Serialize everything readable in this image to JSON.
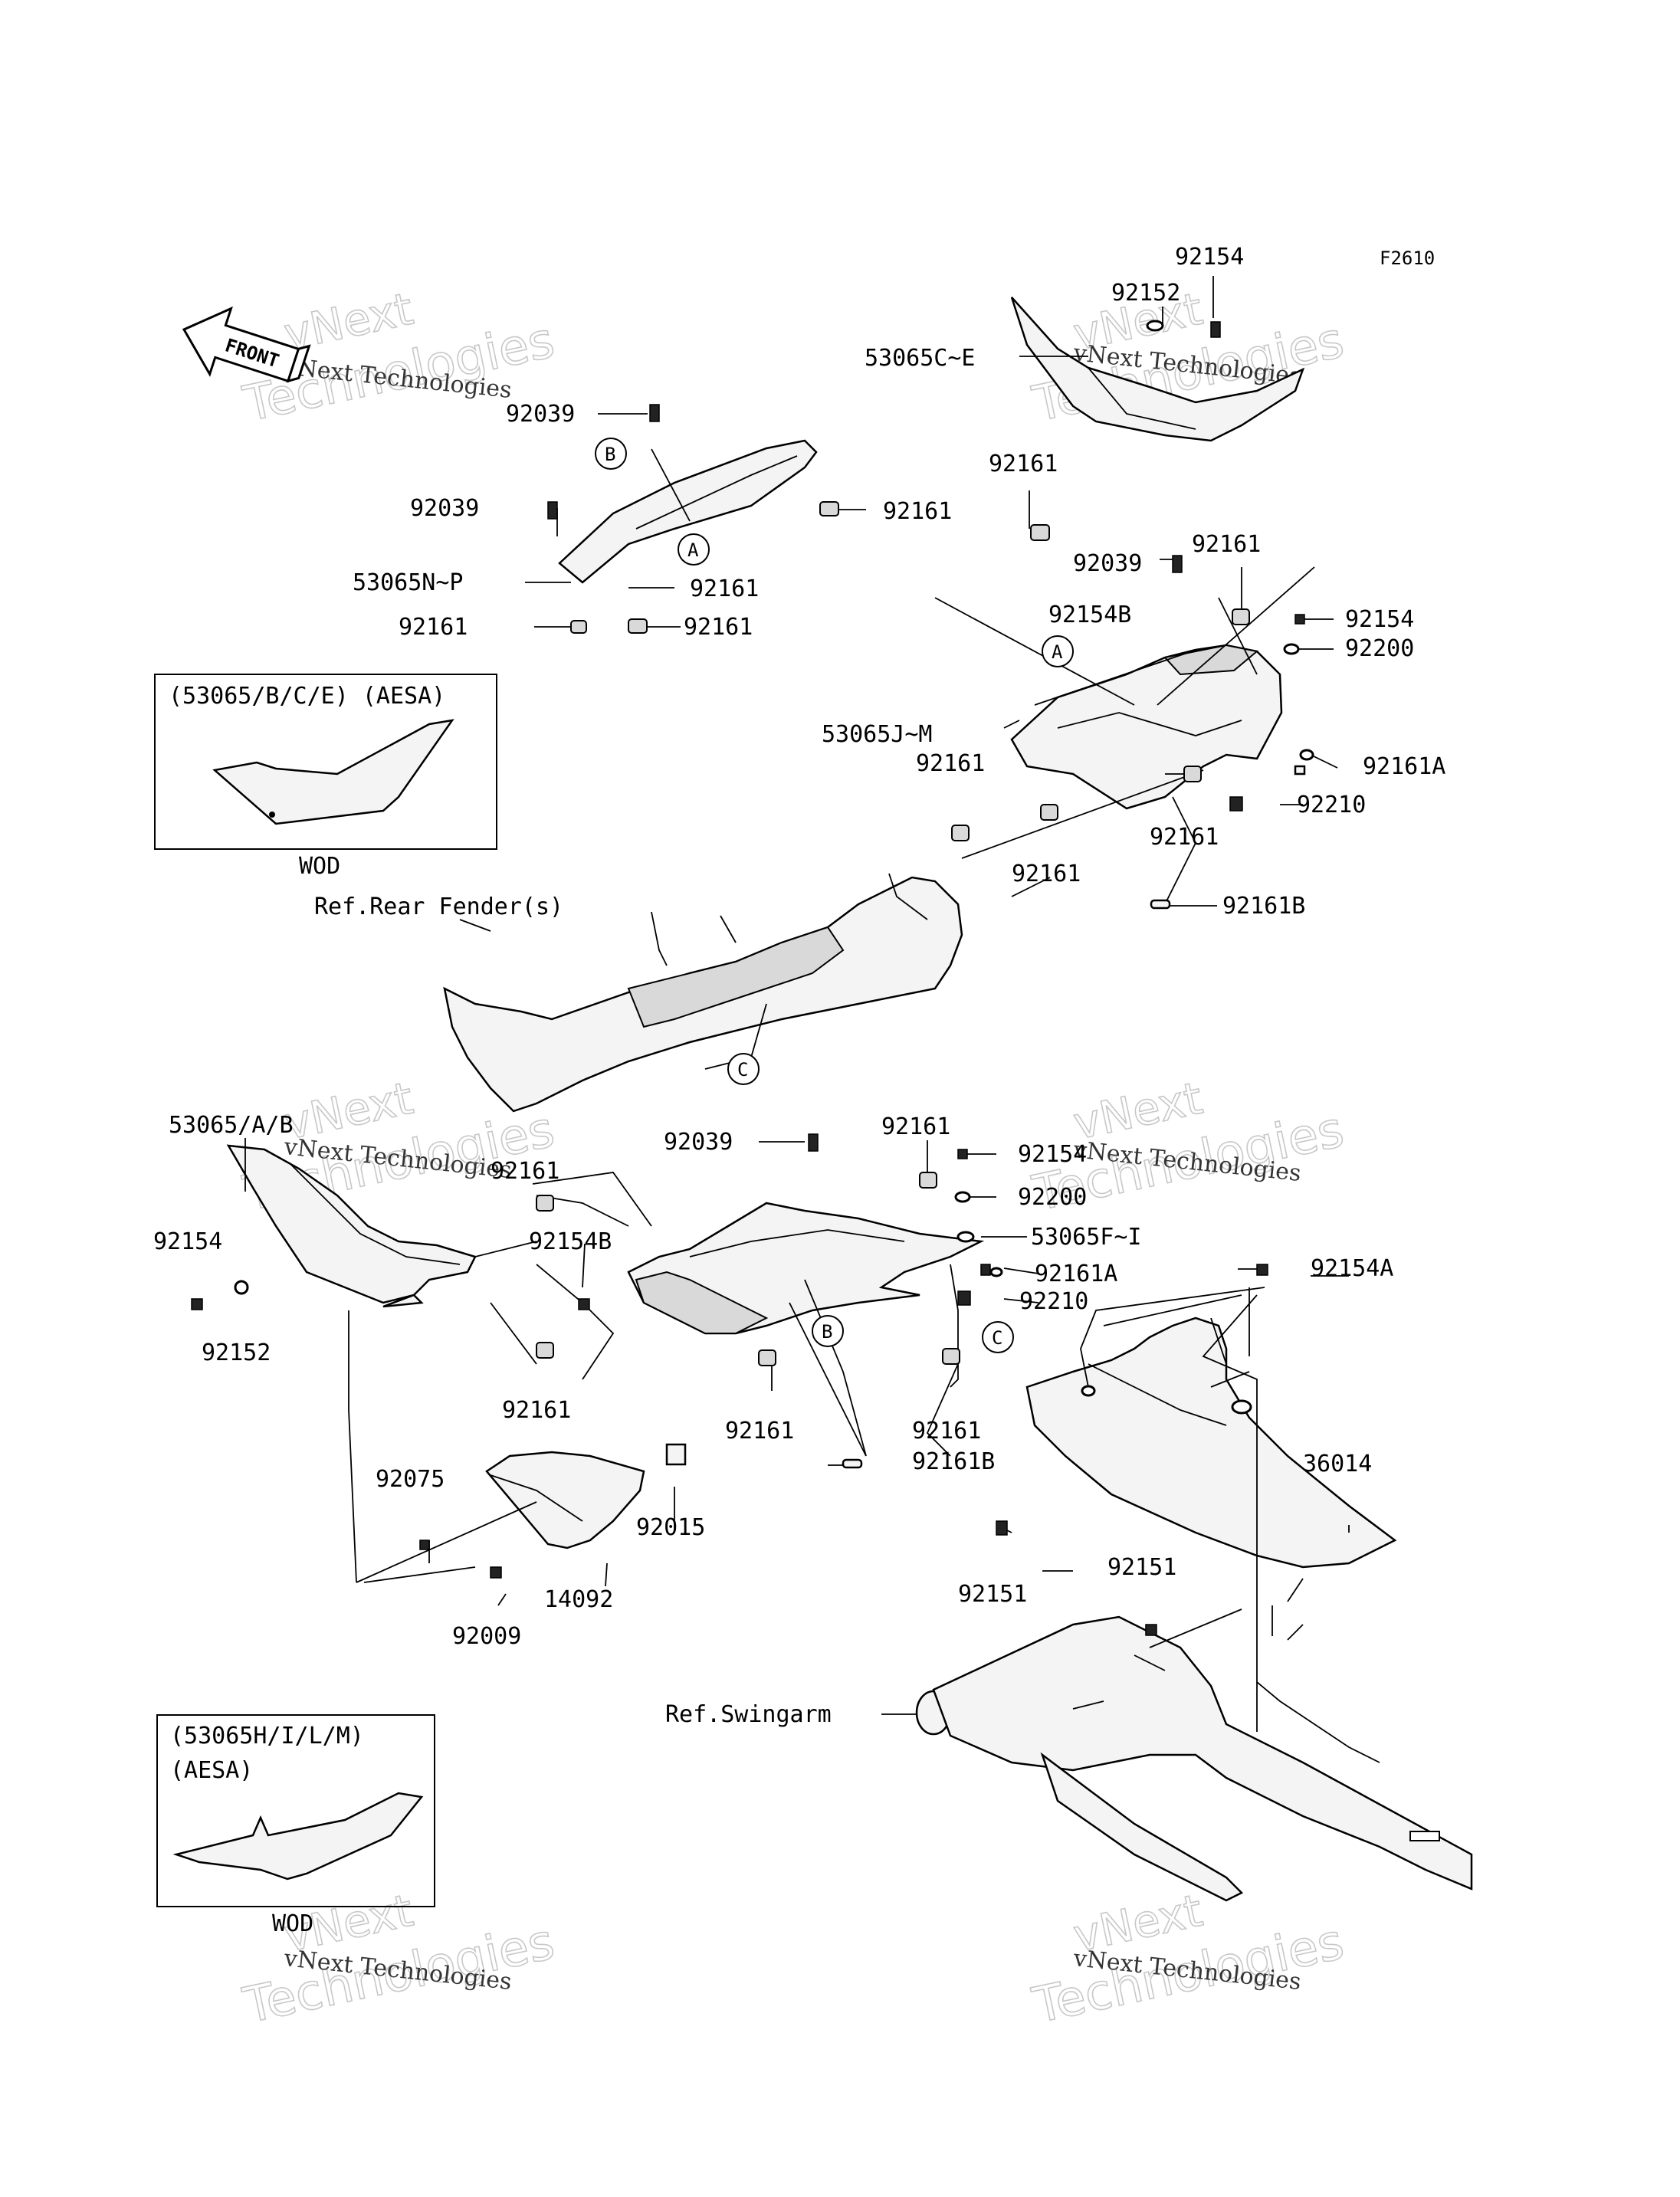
{
  "figure_code": "F2610",
  "front_arrow": {
    "label": "FRONT"
  },
  "watermark": {
    "brand": "vNext",
    "word": "Technologies",
    "caption": "vNext Technologies"
  },
  "inset_boxes": [
    {
      "heading": "(53065/B/C/E) (AESA)",
      "footer": "WOD"
    },
    {
      "heading": "(53065H/I/L/M)",
      "subheading": "(AESA)",
      "footer": "WOD"
    }
  ],
  "callouts": [
    "A",
    "B",
    "C"
  ],
  "parts": {
    "p92154_top": "92154",
    "p92152_top": "92152",
    "p53065C_E": "53065C~E",
    "p92039_a": "92039",
    "p92039_b": "92039",
    "p53065N_P": "53065N~P",
    "p92161_a": "92161",
    "p92161_b": "92161",
    "p92161_c": "92161",
    "p92161_d": "92161",
    "p92161_e": "92161",
    "p92039_c": "92039",
    "p92161_f": "92161",
    "p92154B_a": "92154B",
    "p92154_b": "92154",
    "p92200_a": "92200",
    "p53065J_M": "53065J~M",
    "p92161A_a": "92161A",
    "p92161_g": "92161",
    "p92210_a": "92210",
    "p92161_h": "92161",
    "p92161_i": "92161",
    "p92161B_a": "92161B",
    "ref_rear_fender": "Ref.Rear Fender(s)",
    "p53065_A_B": "53065/A/B",
    "p92161_j": "92161",
    "p92039_d": "92039",
    "p92161_k": "92161",
    "p92154_c": "92154",
    "p92200_b": "92200",
    "p53065F_I": "53065F~I",
    "p92154_d": "92154",
    "p92154B_b": "92154B",
    "p92161A_b": "92161A",
    "p92210_b": "92210",
    "p92154A": "92154A",
    "p92152_b": "92152",
    "p92161_l": "92161",
    "p92161_m": "92161",
    "p92161_n": "92161",
    "p92161B_b": "92161B",
    "p92075": "92075",
    "p92015": "92015",
    "p36014": "36014",
    "p14092": "14092",
    "p92151_a": "92151",
    "p92151_b": "92151",
    "p92009": "92009",
    "ref_swingarm": "Ref.Swingarm"
  }
}
